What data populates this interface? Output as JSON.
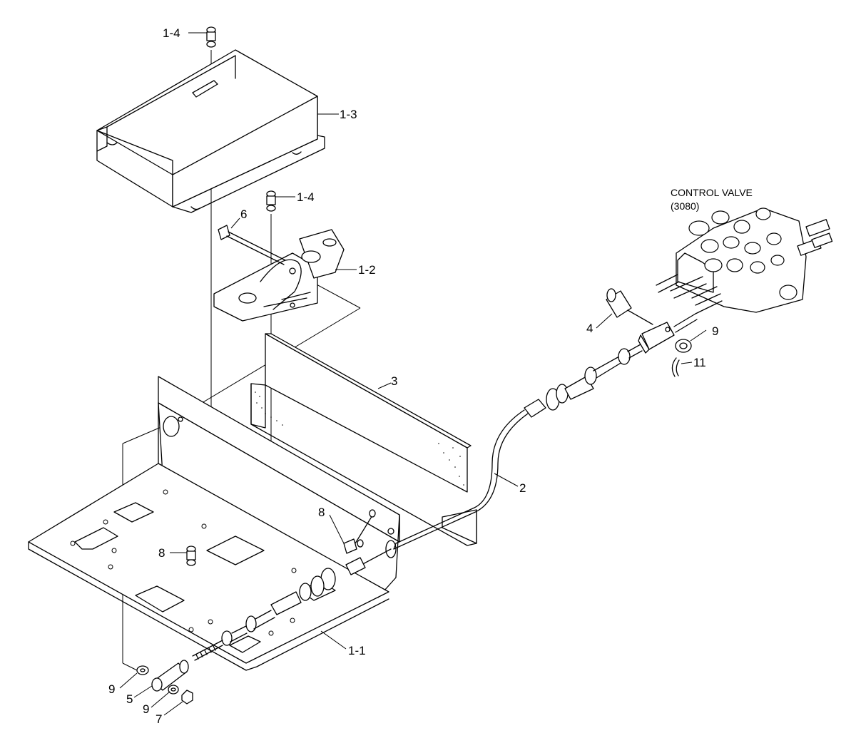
{
  "diagram": {
    "caption": {
      "line1": "CONTROL VALVE",
      "line2": "(3080)"
    },
    "labels": {
      "l_1_4_top": "1-4",
      "l_1_3": "1-3",
      "l_1_4_mid": "1-4",
      "l_6": "6",
      "l_1_2": "1-2",
      "l_3": "3",
      "l_2": "2",
      "l_4": "4",
      "l_9_right": "9",
      "l_11": "11",
      "l_8_right": "8",
      "l_8_left": "8",
      "l_1_1": "1-1",
      "l_9_left": "9",
      "l_5": "5",
      "l_9_bottom": "9",
      "l_7": "7"
    }
  }
}
